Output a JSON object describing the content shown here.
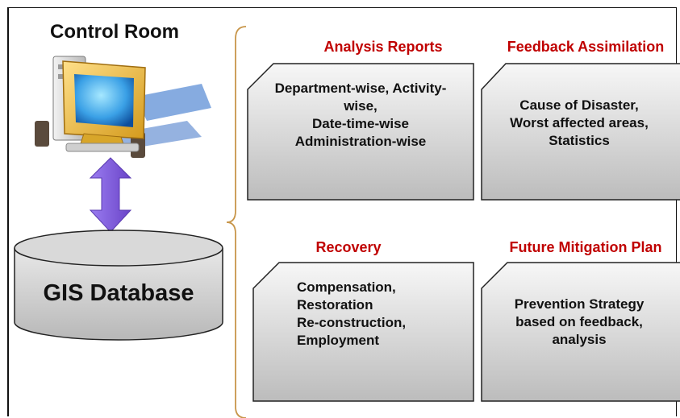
{
  "diagram": {
    "control_room": {
      "title": "Control Room",
      "icon": "computer-icon"
    },
    "database": {
      "label": "GIS Database",
      "icon": "database-cylinder-icon"
    },
    "connector": {
      "icon": "double-arrow-icon",
      "color": "#7b57d6"
    },
    "boxes": [
      {
        "heading": "Analysis Reports",
        "lines": [
          "Department-wise, Activity-",
          "wise,",
          "Date-time-wise",
          "Administration-wise"
        ]
      },
      {
        "heading": "Feedback Assimilation",
        "lines": [
          "Cause of Disaster,",
          "Worst affected areas,",
          "Statistics"
        ]
      },
      {
        "heading": "Recovery",
        "lines": [
          "Compensation,",
          "Restoration",
          "Re-construction,",
          "Employment"
        ]
      },
      {
        "heading": "Future Mitigation Plan",
        "lines": [
          "Prevention Strategy",
          "based on feedback,",
          "analysis"
        ]
      }
    ],
    "colors": {
      "heading": "#c00000",
      "brace": "#c8964a",
      "box_fill_top": "#f6f6f6",
      "box_fill_bottom": "#bdbdbd"
    }
  }
}
